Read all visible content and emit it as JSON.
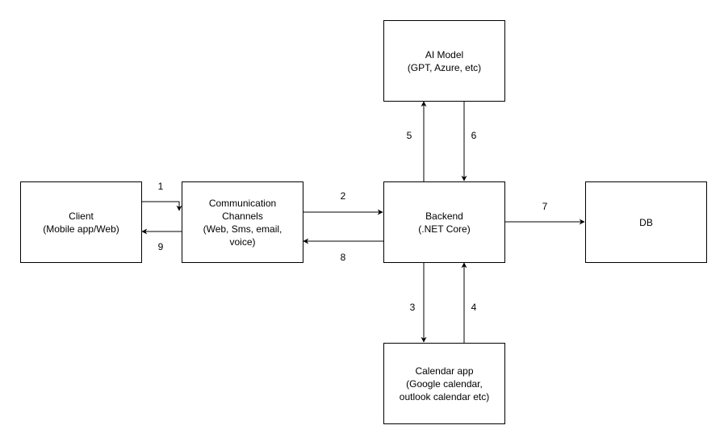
{
  "nodes": {
    "client": {
      "label": "Client\n(Mobile app/Web)"
    },
    "channels": {
      "label": "Communication\nChannels\n(Web, Sms, email,\nvoice)"
    },
    "backend": {
      "label": "Backend\n(.NET Core)"
    },
    "ai_model": {
      "label": "AI Model\n(GPT, Azure, etc)"
    },
    "calendar": {
      "label": "Calendar app\n(Google calendar,\noutlook calendar etc)"
    },
    "db": {
      "label": "DB"
    }
  },
  "edges": {
    "e1": {
      "label": "1",
      "from": "Client",
      "to": "Communication Channels"
    },
    "e2": {
      "label": "2",
      "from": "Communication Channels",
      "to": "Backend"
    },
    "e3": {
      "label": "3",
      "from": "Backend",
      "to": "Calendar app"
    },
    "e4": {
      "label": "4",
      "from": "Calendar app",
      "to": "Backend"
    },
    "e5": {
      "label": "5",
      "from": "Backend",
      "to": "AI Model"
    },
    "e6": {
      "label": "6",
      "from": "AI Model",
      "to": "Backend"
    },
    "e7": {
      "label": "7",
      "from": "Backend",
      "to": "DB"
    },
    "e8": {
      "label": "8",
      "from": "Backend",
      "to": "Communication Channels"
    },
    "e9": {
      "label": "9",
      "from": "Communication Channels",
      "to": "Client"
    }
  }
}
